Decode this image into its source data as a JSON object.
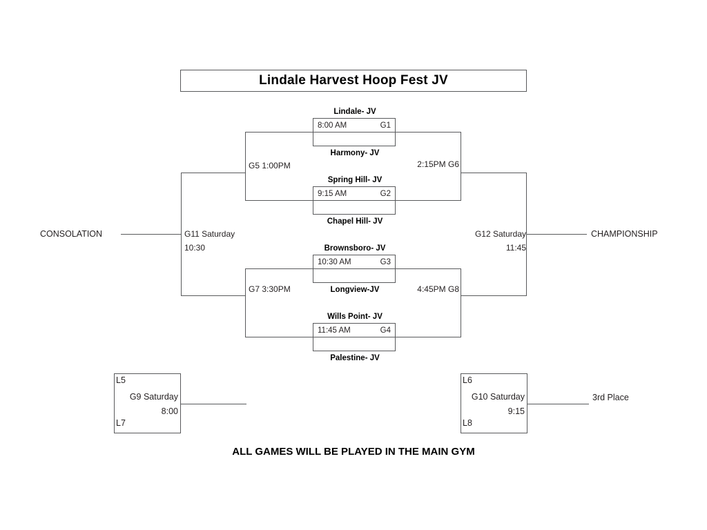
{
  "title": "Lindale Harvest Hoop Fest JV",
  "footer": "ALL GAMES WILL BE PLAYED IN THE MAIN GYM",
  "labels": {
    "consolation": "CONSOLATION",
    "championship": "CHAMPIONSHIP",
    "third_place": "3rd Place"
  },
  "first_round": [
    {
      "id": "G1",
      "time": "8:00 AM",
      "top_team": "Lindale- JV",
      "bottom_team": "Harmony- JV"
    },
    {
      "id": "G2",
      "time": "9:15 AM",
      "top_team": "Spring Hill- JV",
      "bottom_team": "Chapel Hill- JV"
    },
    {
      "id": "G3",
      "time": "10:30 AM",
      "top_team": "Brownsboro- JV",
      "bottom_team": "Longview-JV"
    },
    {
      "id": "G4",
      "time": "11:45 AM",
      "top_team": "Wills Point- JV",
      "bottom_team": "Palestine- JV"
    }
  ],
  "semifinals": {
    "winners_upper": "2:15PM G6",
    "winners_lower": "4:45PM G8",
    "losers_upper": "G5 1:00PM",
    "losers_lower": "G7 3:30PM"
  },
  "finals": {
    "consolation_final_line1": "G11 Saturday",
    "consolation_final_line2": "10:30",
    "championship_final_line1": "G12 Saturday",
    "championship_final_line2": "11:45"
  },
  "lower_bracket": {
    "left": {
      "seed_top": "L5",
      "seed_bottom": "L7",
      "line1": "G9 Saturday",
      "line2": "8:00"
    },
    "right": {
      "seed_top": "L6",
      "seed_bottom": "L8",
      "line1": "G10 Saturday",
      "line2": "9:15"
    }
  },
  "colors": {
    "line": "#58595b",
    "text": "#231f20",
    "background": "#ffffff"
  }
}
